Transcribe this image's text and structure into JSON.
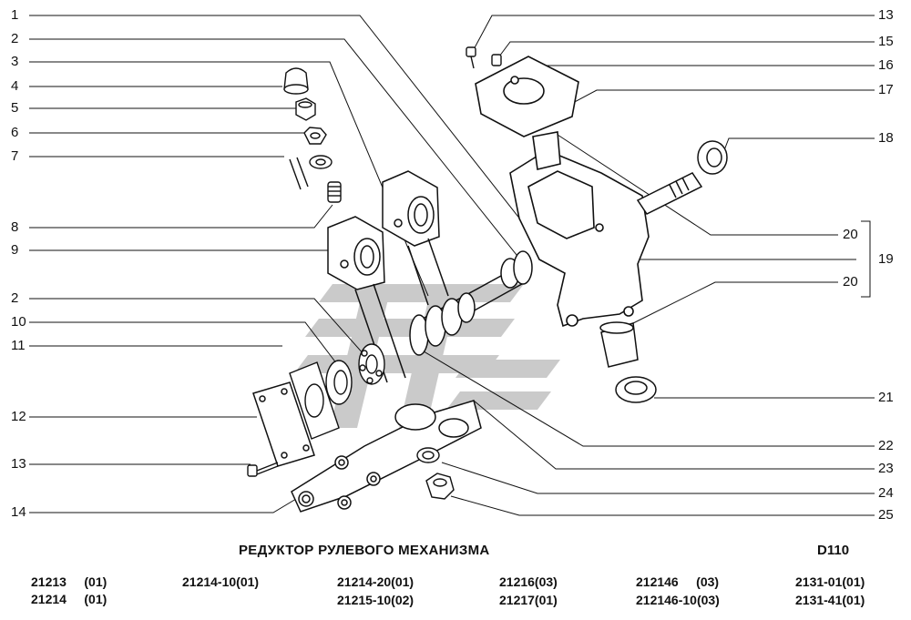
{
  "title": "РЕДУКТОР РУЛЕВОГО МЕХАНИЗМА",
  "diagram_code": "D110",
  "callouts_left": [
    "1",
    "2",
    "3",
    "4",
    "5",
    "6",
    "7",
    "8",
    "9",
    "2",
    "10",
    "11",
    "12",
    "13",
    "14"
  ],
  "callouts_right": [
    "13",
    "15",
    "16",
    "17",
    "18",
    "20",
    "19",
    "20",
    "21",
    "22",
    "23",
    "24",
    "25"
  ],
  "models": [
    [
      "21213     (01)",
      "21214     (01)"
    ],
    [
      "21214-10(01)"
    ],
    [
      "21214-20(01)",
      "21215-10(02)"
    ],
    [
      "21216(03)",
      "21217(01)"
    ],
    [
      "212146     (03)",
      "212146-10(03)"
    ],
    [
      "2131-01(01)",
      "2131-41(01)"
    ]
  ],
  "colors": {
    "line": "#111111",
    "watermark": "#b9b9b9"
  }
}
